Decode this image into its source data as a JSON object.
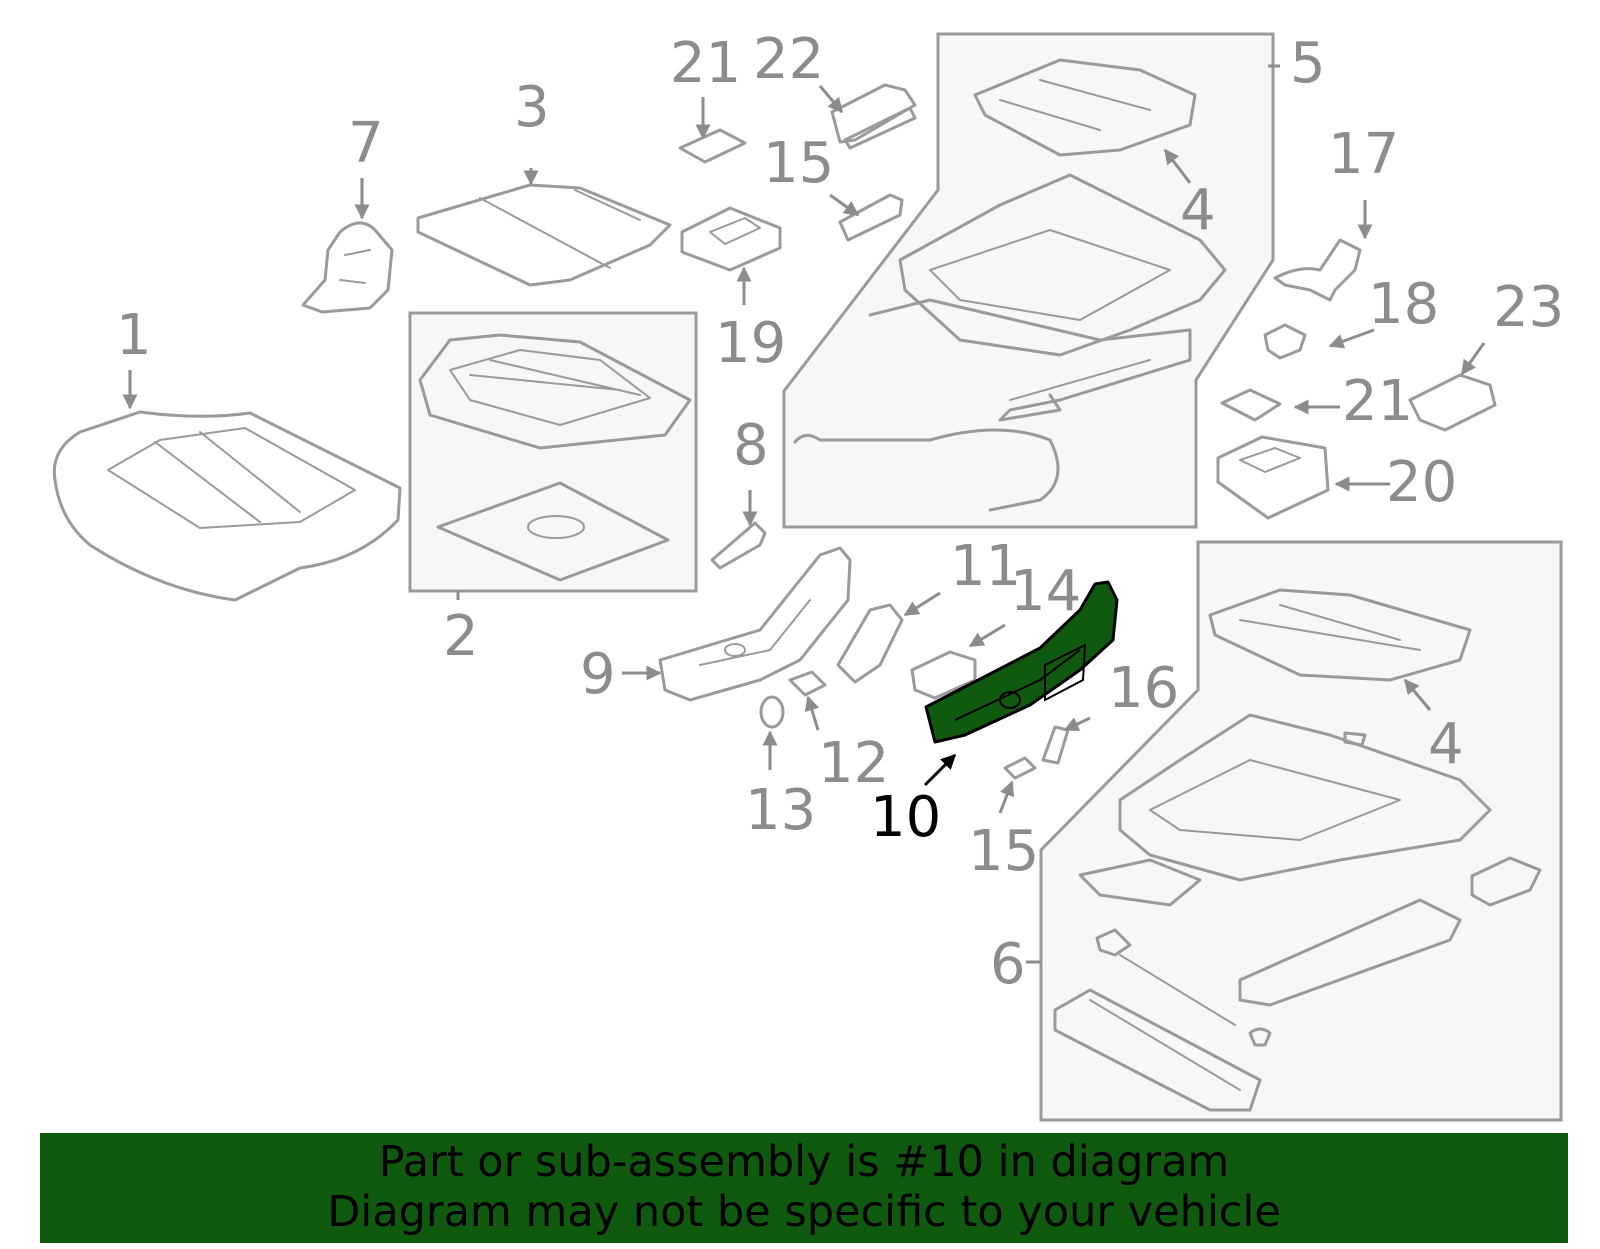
{
  "diagram": {
    "highlight_color": "#0f5a0f",
    "highlighted_part": "10",
    "callouts": {
      "c1": "1",
      "c2": "2",
      "c3": "3",
      "c4a": "4",
      "c4b": "4",
      "c5": "5",
      "c6": "6",
      "c7": "7",
      "c8": "8",
      "c9": "9",
      "c10": "10",
      "c11": "11",
      "c12": "12",
      "c13": "13",
      "c14": "14",
      "c15a": "15",
      "c15b": "15",
      "c16": "16",
      "c17": "17",
      "c18": "18",
      "c19": "19",
      "c20": "20",
      "c21a": "21",
      "c21b": "21",
      "c22": "22",
      "c23": "23"
    }
  },
  "banner": {
    "background": "#0f5a0f",
    "line1": "Part or sub-assembly is #10 in diagram",
    "line2": "Diagram may not be specific to your vehicle"
  }
}
